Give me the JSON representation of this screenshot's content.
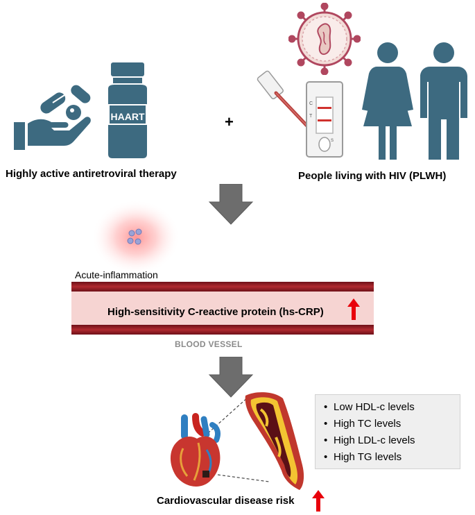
{
  "therapy": {
    "badge": "HAART",
    "caption": "Highly active antiretroviral therapy"
  },
  "plus": "+",
  "plwh": {
    "caption": "People living with HIV (PLWH)",
    "test_marks": [
      "C",
      "T",
      "S"
    ]
  },
  "inflammation": {
    "label": "Acute-inflammation"
  },
  "vessel": {
    "protein_label": "High-sensitivity C-reactive protein (hs-CRP)",
    "caption": "BLOOD VESSEL"
  },
  "risk_factors": [
    "Low HDL-c levels",
    "High TC levels",
    "High LDL-c levels",
    "High TG levels"
  ],
  "outcome": {
    "caption": "Cardiovascular disease risk"
  },
  "colors": {
    "icon_teal": "#3d6a80",
    "arrow_gray": "#6d6d6d",
    "vessel_wall": "#8a1c22",
    "vessel_lumen": "#f6d4d2",
    "increase_arrow": "#e8000b",
    "virus": "#b0475f"
  },
  "icons": [
    "pill-hand-icon",
    "medicine-bottle-icon",
    "hiv-virus-icon",
    "test-swab-icon",
    "rapid-test-icon",
    "person-female-icon",
    "person-male-icon",
    "inflamed-cell-icon",
    "heart-icon",
    "artery-plaque-icon",
    "increase-arrow-icon"
  ]
}
